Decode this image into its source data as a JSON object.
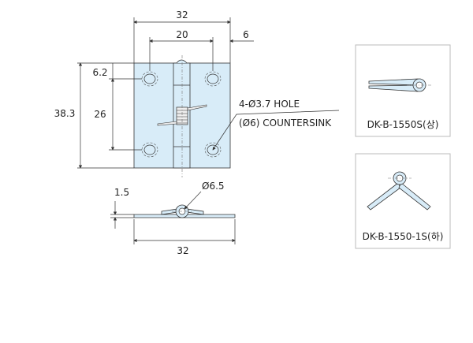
{
  "front_view": {
    "dim_width": "32",
    "dim_hole_spacing_x": "20",
    "dim_edge_offset": "6",
    "dim_height": "38.3",
    "dim_hole_spacing_y": "26",
    "dim_hole_top_offset": "6.2",
    "hole_note_line1": "4-Ø3.7 HOLE",
    "hole_note_line2": "(Ø6) COUNTERSINK"
  },
  "side_view": {
    "dim_pin_diameter": "Ø6.5",
    "dim_thickness": "1.5",
    "dim_width": "32"
  },
  "variants": [
    {
      "label": "DK-B-1550S(상)"
    },
    {
      "label": "DK-B-1550-1S(하)"
    }
  ],
  "colors": {
    "part_fill": "#d8ecf8",
    "line": "#333333"
  }
}
